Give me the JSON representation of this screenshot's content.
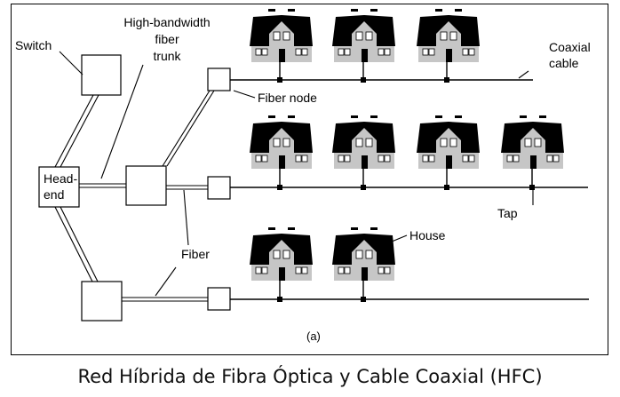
{
  "labels": {
    "switch": "Switch",
    "trunk_line1": "High-bandwidth",
    "trunk_line2": "fiber",
    "trunk_line3": "trunk",
    "headend_line1": "Head-",
    "headend_line2": "end",
    "fiber_node": "Fiber node",
    "coaxial_line1": "Coaxial",
    "coaxial_line2": "cable",
    "fiber": "Fiber",
    "tap": "Tap",
    "house": "House",
    "figure_tag": "(a)"
  },
  "caption": "Red Híbrida de Fibra Óptica y Cable Coaxial (HFC)",
  "colors": {
    "roof": "#000000",
    "wall": "#c6c6c6",
    "window": "#ffffff",
    "line": "#000000"
  },
  "icons": {
    "house": "house-icon",
    "tap": "tap-connector"
  }
}
